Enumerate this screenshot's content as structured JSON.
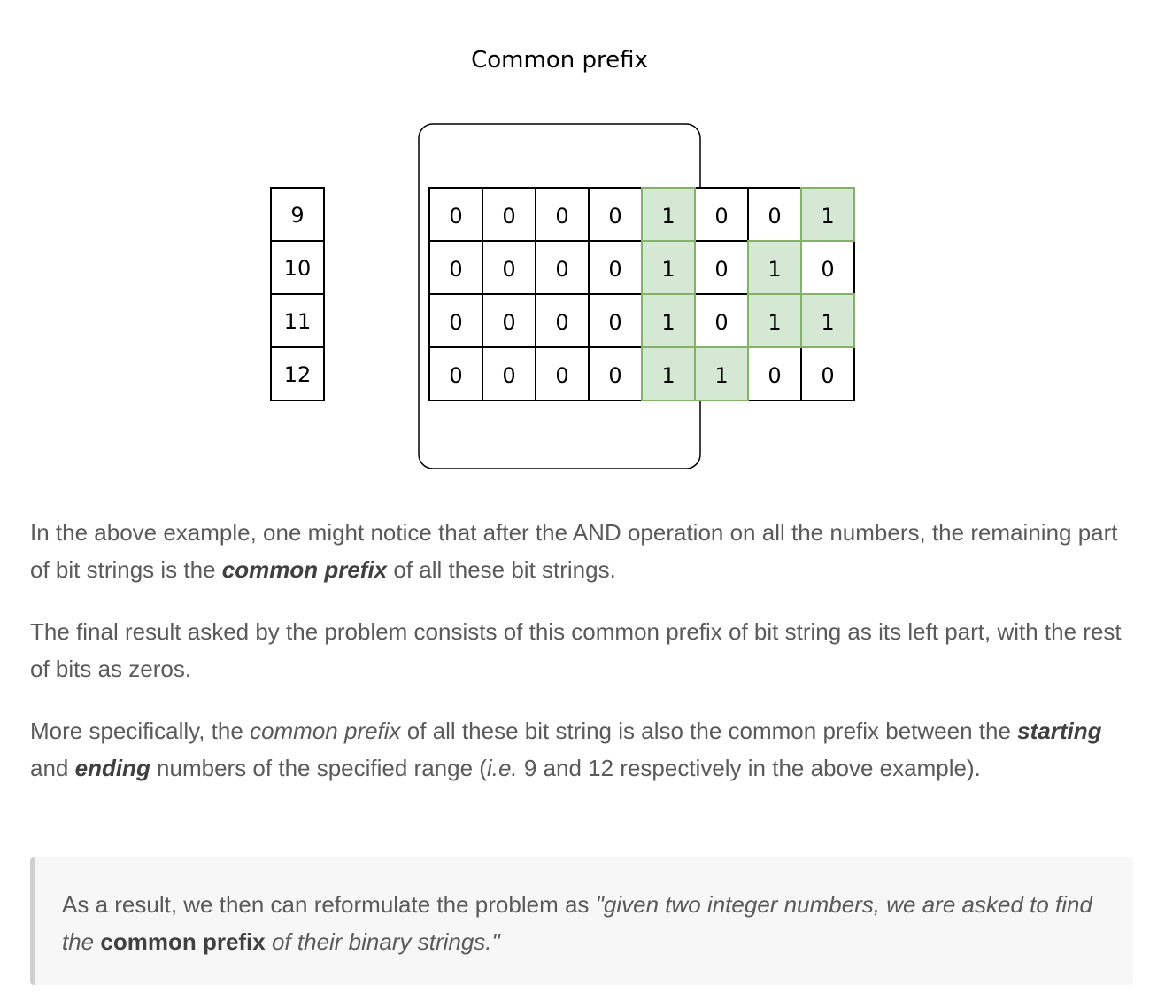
{
  "figure": {
    "title": "Common prefix",
    "numbers": [
      "9",
      "10",
      "11",
      "12"
    ],
    "bits": [
      [
        "0",
        "0",
        "0",
        "0",
        "1",
        "0",
        "0",
        "1"
      ],
      [
        "0",
        "0",
        "0",
        "0",
        "1",
        "0",
        "1",
        "0"
      ],
      [
        "0",
        "0",
        "0",
        "0",
        "1",
        "0",
        "1",
        "1"
      ],
      [
        "0",
        "0",
        "0",
        "0",
        "1",
        "1",
        "0",
        "0"
      ]
    ],
    "highlight": [
      [
        false,
        false,
        false,
        false,
        true,
        false,
        false,
        true
      ],
      [
        false,
        false,
        false,
        false,
        true,
        false,
        true,
        false
      ],
      [
        false,
        false,
        false,
        false,
        true,
        false,
        true,
        true
      ],
      [
        false,
        false,
        false,
        false,
        true,
        true,
        false,
        false
      ]
    ],
    "highlight_fill": "#d5e8d4",
    "highlight_stroke": "#82b366"
  },
  "p1": {
    "t1": "In the above example, one might notice that after the AND operation on all the numbers, the remaining part of bit strings is the ",
    "b1": "common prefix",
    "t2": " of all these bit strings."
  },
  "p2": {
    "t1": "The final result asked by the problem consists of this common prefix of bit string as its left part, with the rest of bits as zeros."
  },
  "p3": {
    "t1": "More specifically, the ",
    "i1": "common prefix",
    "t2": " of all these bit string is also the common prefix between the ",
    "b1": "starting",
    "t3": " and ",
    "b2": "ending",
    "t4": " numbers of the specified range (",
    "i2": "i.e.",
    "t5": " 9 and 12 respectively in the above example)."
  },
  "callout": {
    "t1": "As a result, we then can reformulate the problem as ",
    "i1": "\"given two integer numbers, we are asked to find the ",
    "b1": "common prefix",
    "i2": " of their binary strings.\""
  }
}
